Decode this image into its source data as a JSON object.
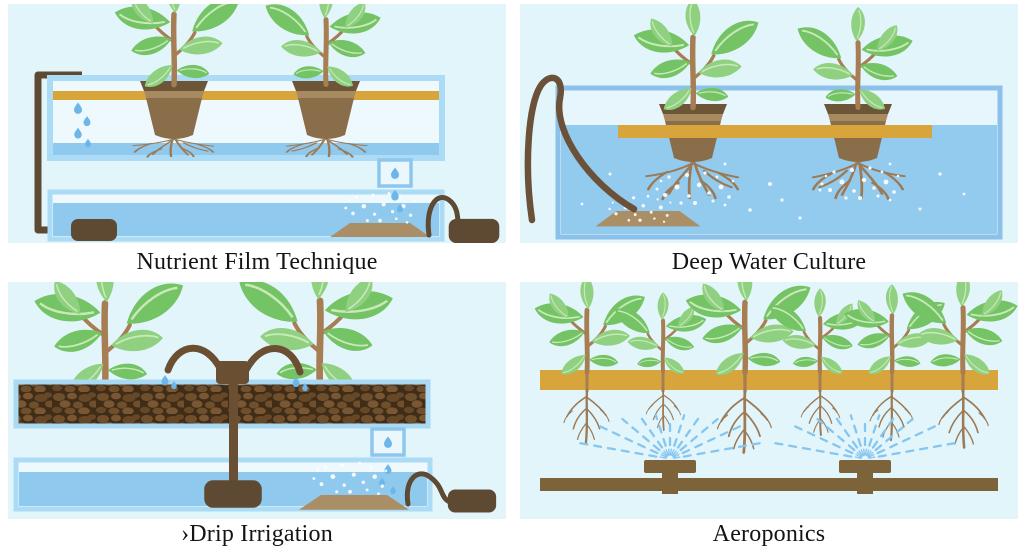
{
  "panels": [
    {
      "id": "nutrient-film-technique",
      "caption": "Nutrient Film Technique"
    },
    {
      "id": "deep-water-culture",
      "caption": "Deep Water Culture"
    },
    {
      "id": "drip-irrigation",
      "caption": "›Drip Irrigation"
    },
    {
      "id": "aeroponics",
      "caption": "Aeroponics"
    }
  ],
  "colors": {
    "page_background": "#ffffff",
    "panel_background": "#e2f5fb",
    "water": "#92cbee",
    "water_light": "#eef9fd",
    "tank_border_light": "#abdbf5",
    "tank_border_medium": "#8cc2e9",
    "raft_gold": "#d7a53b",
    "pipe_dark_brown": "#5e4a33",
    "pipe_mid_brown": "#6b4f33",
    "base_pipe_brown": "#7d6339",
    "pot_brown": "#8a6e49",
    "pot_rim_brown": "#6d5538",
    "stem_brown": "#a77e53",
    "root_brown": "#9b7a55",
    "leaf_green": "#74c364",
    "leaf_green_light": "#8fd180",
    "growing_media_dark": "#3f2d18",
    "growing_media_pebble": "#6f4f2c",
    "air_stone_tan": "#a98e66",
    "mist_blue": "#85c6f0",
    "droplet_blue": "#6db6ea",
    "bubble_white": "#ffffff",
    "caption_text": "#141414"
  }
}
